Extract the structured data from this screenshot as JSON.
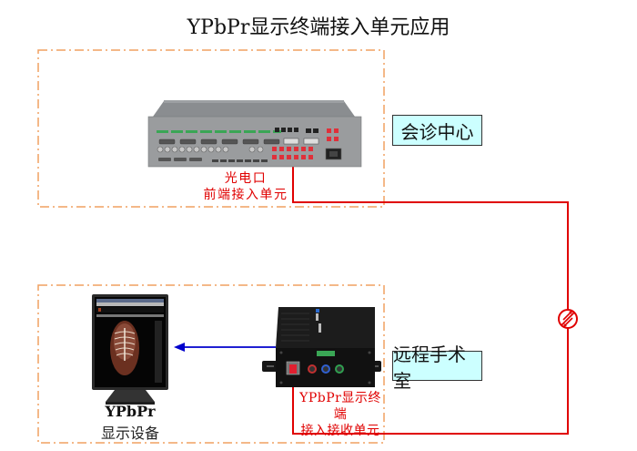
{
  "title": "YPbPr显示终端接入单元应用",
  "zones": {
    "top": {
      "label": "会诊中心"
    },
    "bottom": {
      "label": "远程手术室"
    }
  },
  "devices": {
    "front_unit": {
      "label_line1": "光电口",
      "label_line2": "前端接入单元",
      "icon": "rack-optical-transceiver"
    },
    "receiver_unit": {
      "label_line1": "YPbPr显示终端",
      "label_line2": "接入接收单元",
      "icon": "compact-receiver-box"
    },
    "display": {
      "label_line1": "YPbPr",
      "label_line2": "显示设备",
      "icon": "medical-monitor"
    }
  },
  "links": {
    "fiber": {
      "color": "#e00000",
      "icon": "fiber-optic-symbol"
    },
    "video": {
      "color": "#0000cc",
      "direction": "receiver-to-display"
    }
  },
  "colors": {
    "zone_border": "#f0a060",
    "zone_label_bg": "#ccffff",
    "fiber_line": "#e00000",
    "video_arrow": "#0000cc",
    "label_red": "#e00000"
  }
}
